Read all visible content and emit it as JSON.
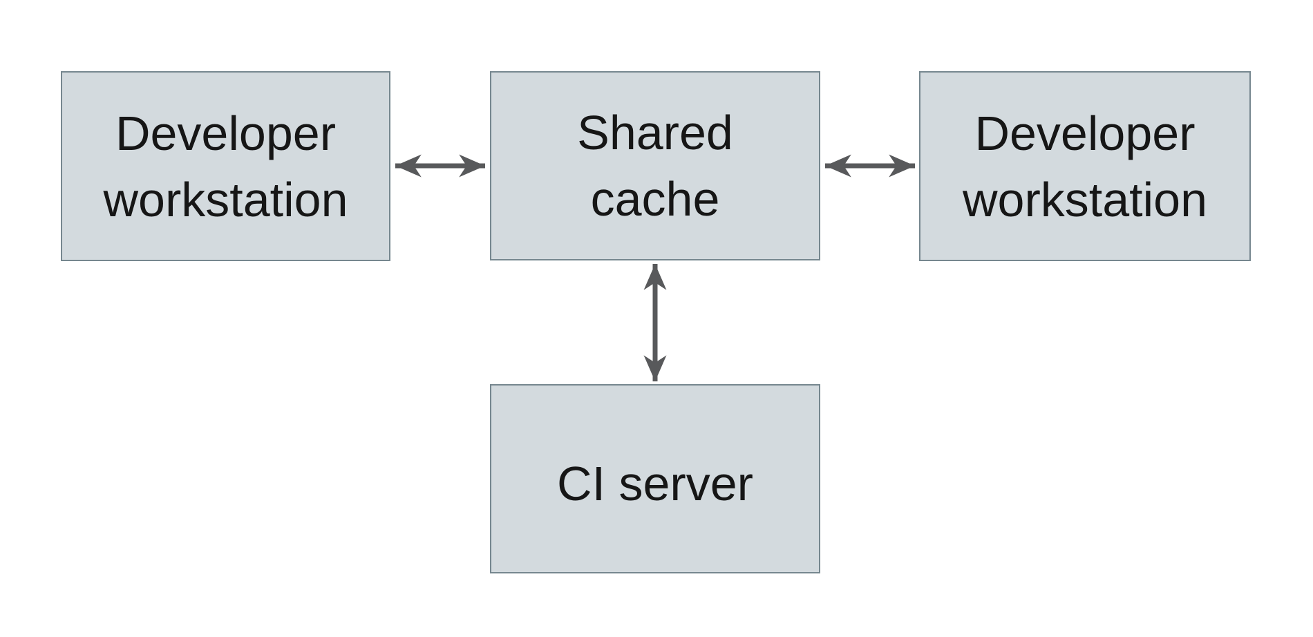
{
  "diagram": {
    "type": "architecture-diagram",
    "description": "Remote build caching topology: two developer workstations and a CI server connected bidirectionally to a shared cache",
    "nodes": [
      {
        "id": "workstation-left",
        "label": "Developer\nworkstation"
      },
      {
        "id": "shared-cache",
        "label": "Shared\ncache"
      },
      {
        "id": "workstation-right",
        "label": "Developer\nworkstation"
      },
      {
        "id": "ci-server",
        "label": "CI server"
      }
    ],
    "edges": [
      {
        "from": "workstation-left",
        "to": "shared-cache",
        "direction": "bidirectional"
      },
      {
        "from": "shared-cache",
        "to": "workstation-right",
        "direction": "bidirectional"
      },
      {
        "from": "shared-cache",
        "to": "ci-server",
        "direction": "bidirectional"
      }
    ],
    "colors": {
      "background": "#ffffff",
      "node_fill": "#d3dade",
      "node_border": "#76878f",
      "arrow": "#58595b",
      "text": "#161616"
    }
  }
}
